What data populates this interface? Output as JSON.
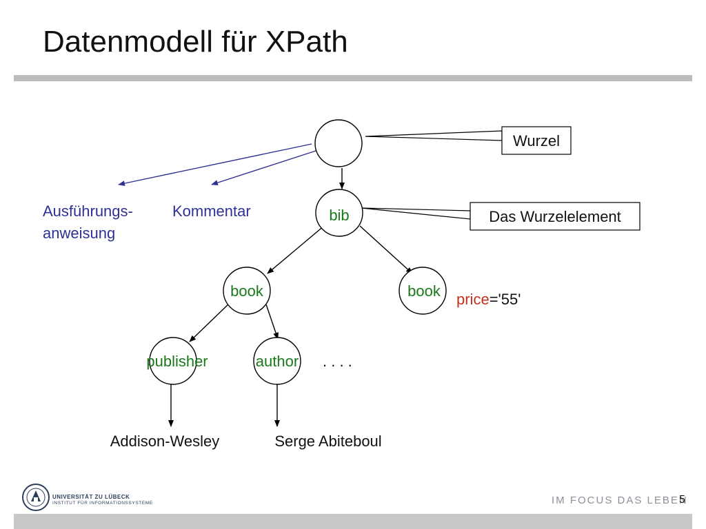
{
  "slide": {
    "title": "Datenmodell für XPath",
    "page_number": "5"
  },
  "diagram": {
    "nodes": {
      "bib": "bib",
      "book_left": "book",
      "book_right": "book",
      "publisher": "publisher",
      "author": "author"
    },
    "ellipsis": ". . . .",
    "leaves": {
      "publisher_value": "Addison-Wesley",
      "author_value": "Serge Abiteboul"
    },
    "side_nodes": {
      "processing_instruction_line1": "Ausführungs-",
      "processing_instruction_line2": "anweisung",
      "comment": "Kommentar"
    },
    "callouts": {
      "root": "Wurzel",
      "root_element": "Das Wurzelelement"
    },
    "attribute": {
      "name": "price",
      "value": "='55'"
    }
  },
  "footer": {
    "university": "UNIVERSITÄT ZU LÜBECK",
    "institute": "INSTITUT FÜR INFORMATIONSSYSTEME",
    "slogan": "IM FOCUS DAS LEBEN"
  },
  "colors": {
    "element_label": "#1a7a1a",
    "side_node_label": "#2e3192",
    "attribute_name": "#c1311d"
  }
}
